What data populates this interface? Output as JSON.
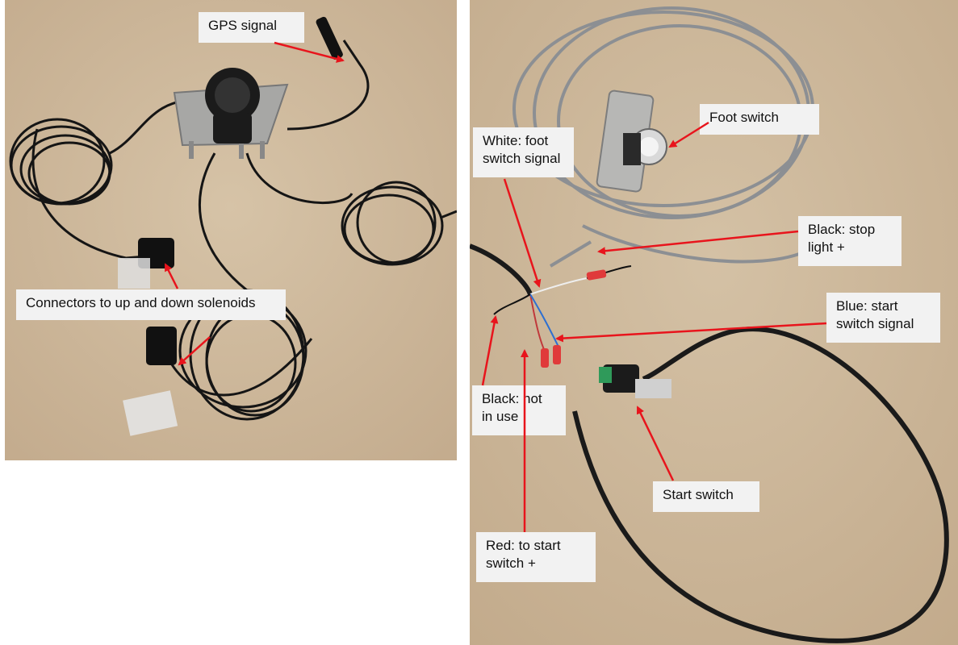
{
  "left_photo": {
    "labels": {
      "gps": "GPS signal",
      "connectors": "Connectors to up and down solenoids"
    }
  },
  "right_photo": {
    "labels": {
      "foot_switch": "Foot switch",
      "white": "White: foot\nswitch signal",
      "black_stop": "Black: stop\nlight +",
      "blue": "Blue: start\nswitch signal",
      "black_not": "Black: not\nin use",
      "start_switch": "Start switch",
      "red": "Red: to start\nswitch +"
    }
  },
  "colors": {
    "arrow": "#e8141c",
    "cardboard": "#cdb79b",
    "cable_black": "#1a1a1a",
    "cable_grey": "#8c8f93",
    "label_bg": "#f2f2f2"
  }
}
